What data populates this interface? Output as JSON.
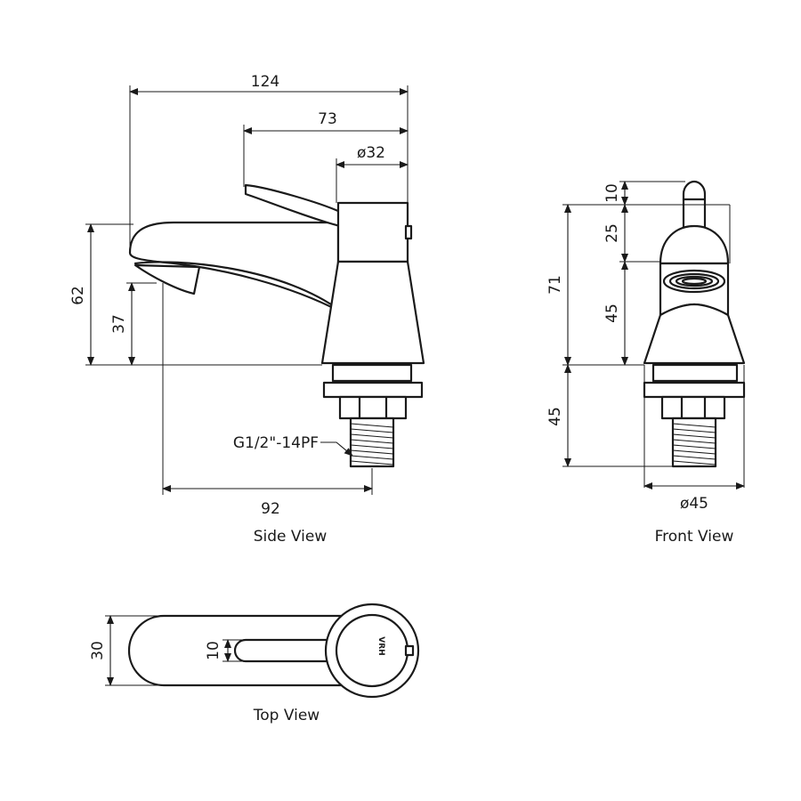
{
  "views": {
    "side": {
      "caption": "Side View",
      "dims": {
        "overall_length": "124",
        "handle_length": "73",
        "body_diameter": "ø32",
        "total_height": "62",
        "spout_height": "37",
        "reach": "92"
      },
      "thread_label": "G1/2\"-14PF"
    },
    "front": {
      "caption": "Front View",
      "dims": {
        "knob": "10",
        "upper": "25",
        "total": "71",
        "body": "45",
        "shank": "45",
        "base_diameter": "ø45"
      }
    },
    "top": {
      "caption": "Top View",
      "dims": {
        "width": "30",
        "slot": "10"
      },
      "logo_text": "VRH"
    }
  }
}
